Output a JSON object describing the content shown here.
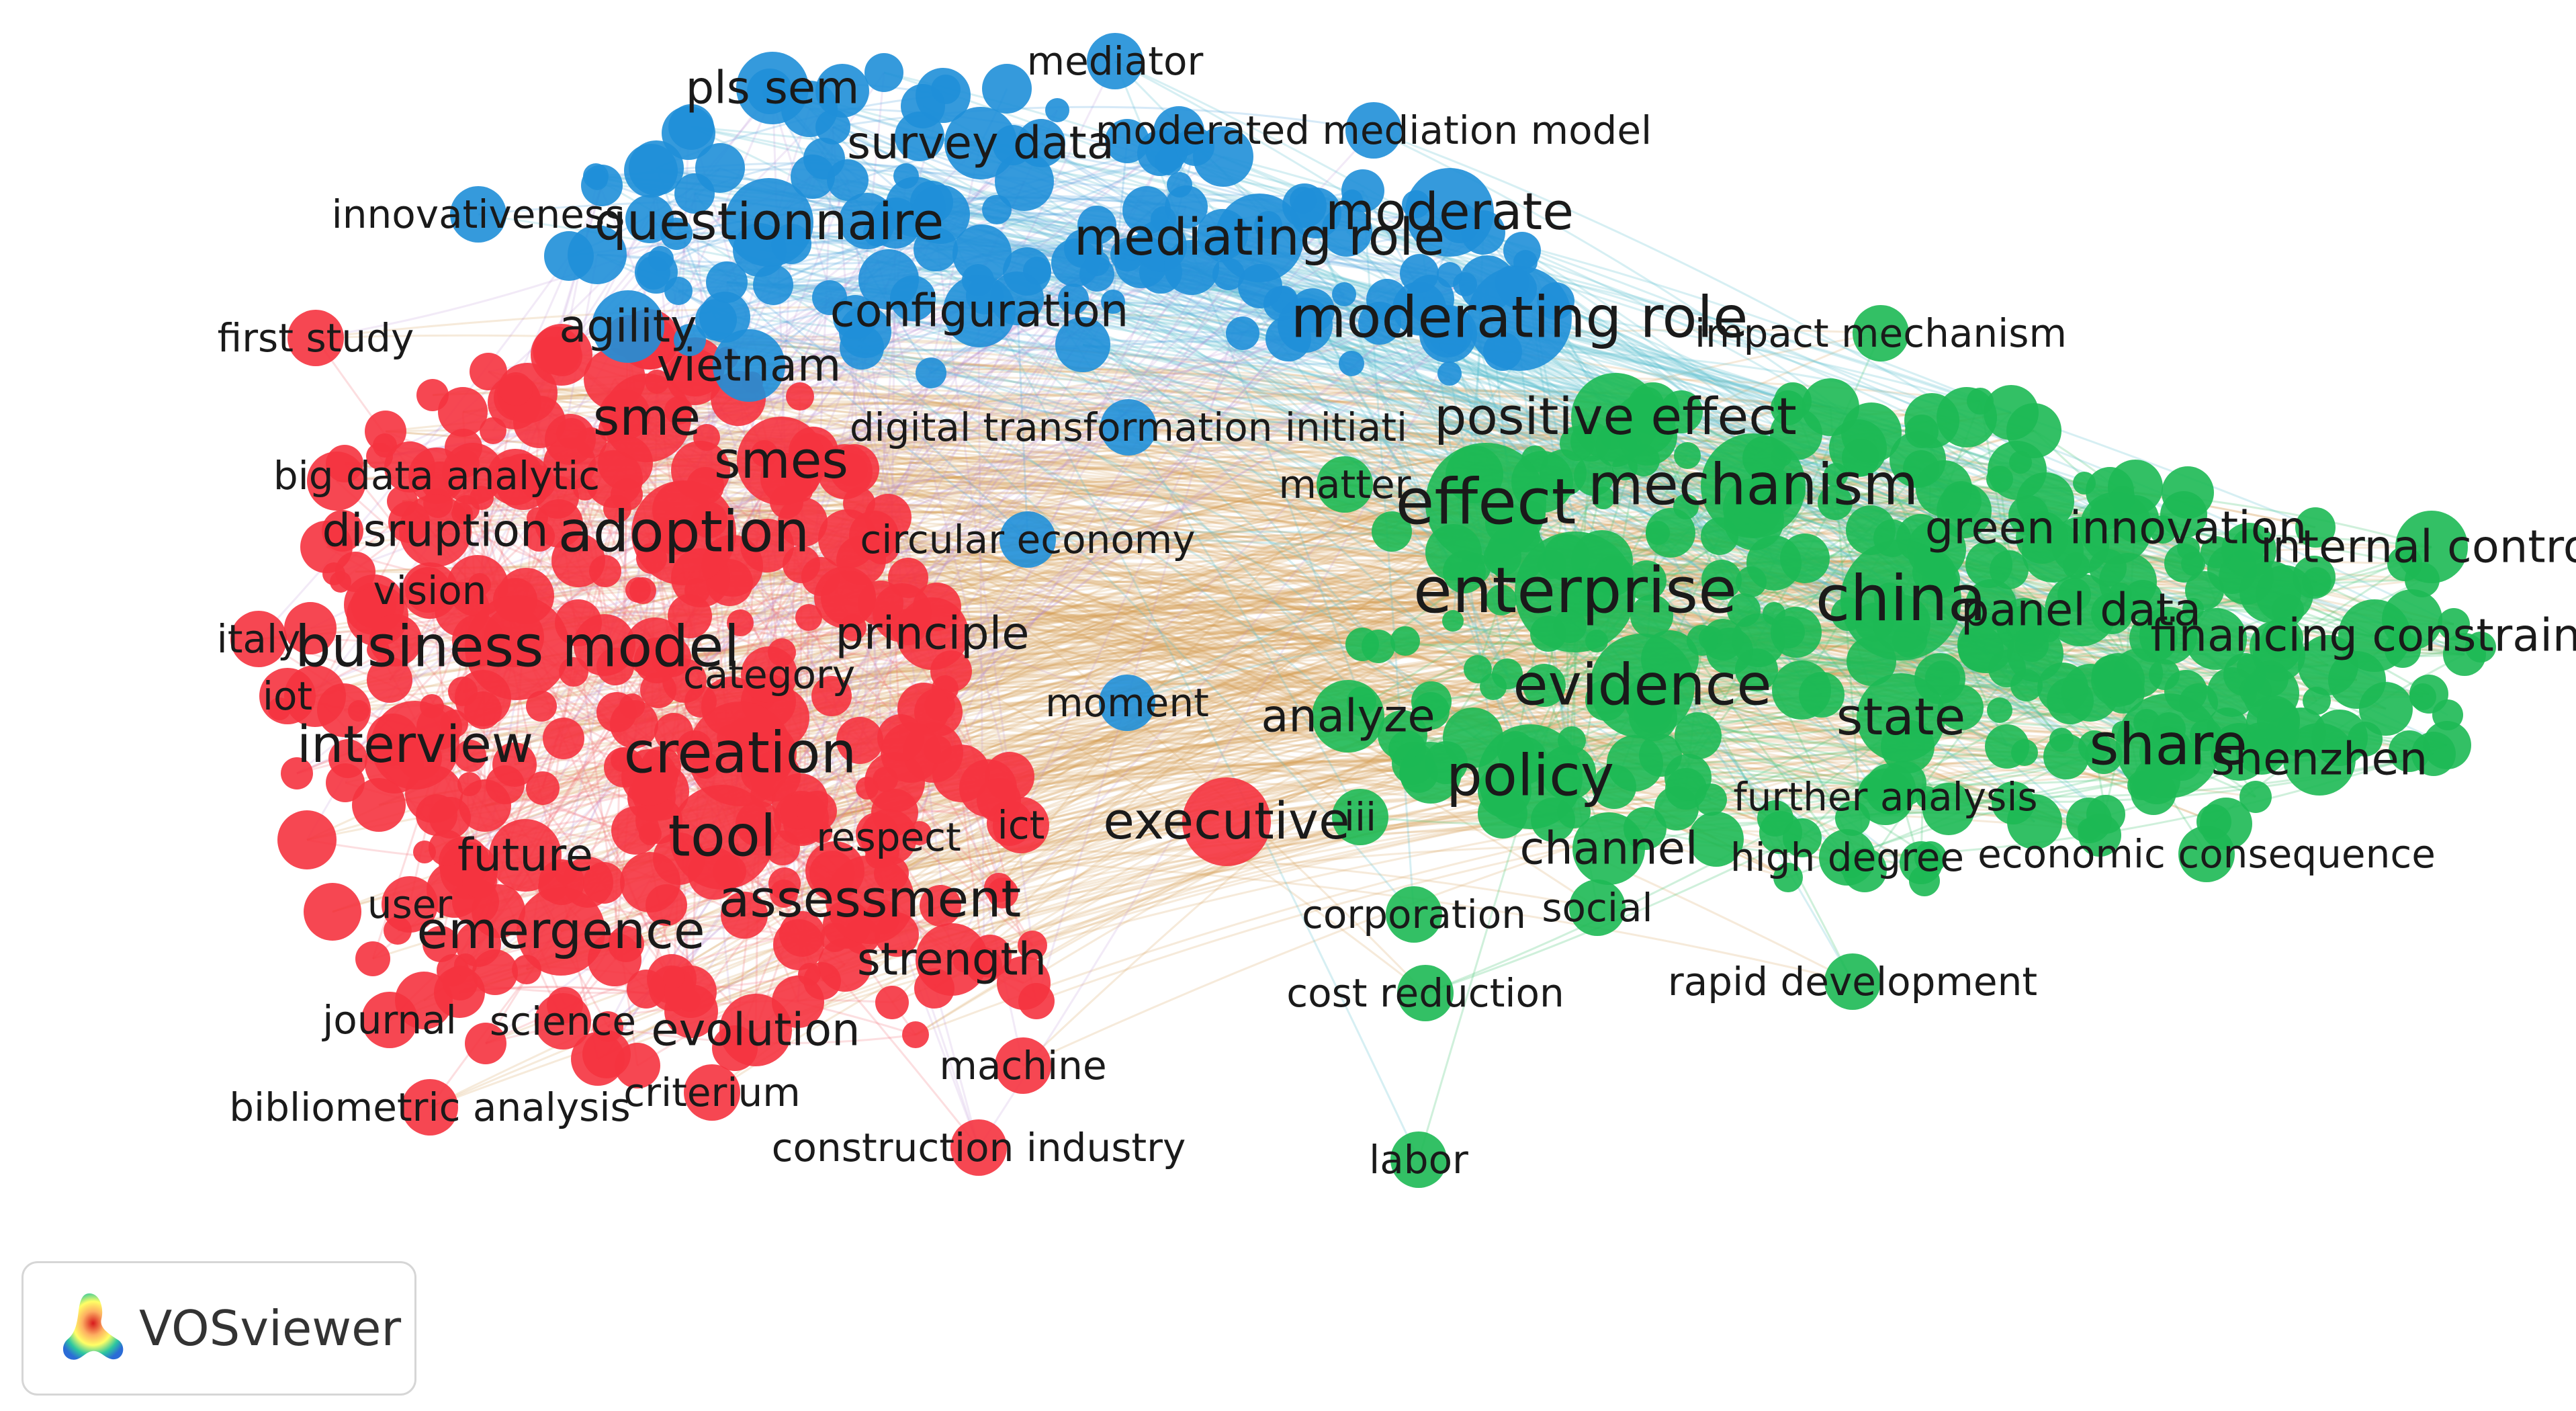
{
  "app": {
    "name": "VOSviewer"
  },
  "clusters": [
    {
      "id": "red",
      "color": "#f5333f"
    },
    {
      "id": "green",
      "color": "#1db954"
    },
    {
      "id": "blue",
      "color": "#1f8fd8"
    }
  ],
  "nodes": [
    {
      "label": "pls sem",
      "cluster": "blue",
      "weight": 3
    },
    {
      "label": "mediator",
      "cluster": "blue",
      "weight": 2
    },
    {
      "label": "moderated mediation model",
      "cluster": "blue",
      "weight": 2
    },
    {
      "label": "survey data",
      "cluster": "blue",
      "weight": 3
    },
    {
      "label": "innovativeness",
      "cluster": "blue",
      "weight": 2
    },
    {
      "label": "questionnaire",
      "cluster": "blue",
      "weight": 4
    },
    {
      "label": "mediating role",
      "cluster": "blue",
      "weight": 4
    },
    {
      "label": "moderate",
      "cluster": "blue",
      "weight": 4
    },
    {
      "label": "configuration",
      "cluster": "blue",
      "weight": 3
    },
    {
      "label": "moderating role",
      "cluster": "blue",
      "weight": 5
    },
    {
      "label": "agility",
      "cluster": "blue",
      "weight": 3
    },
    {
      "label": "vietnam",
      "cluster": "blue",
      "weight": 3
    },
    {
      "label": "digital transformation initiati",
      "cluster": "blue",
      "weight": 2
    },
    {
      "label": "circular economy",
      "cluster": "blue",
      "weight": 2
    },
    {
      "label": "moment",
      "cluster": "blue",
      "weight": 2
    },
    {
      "label": "first study",
      "cluster": "red",
      "weight": 2
    },
    {
      "label": "sme",
      "cluster": "red",
      "weight": 4
    },
    {
      "label": "smes",
      "cluster": "red",
      "weight": 4
    },
    {
      "label": "big data analytic",
      "cluster": "red",
      "weight": 2
    },
    {
      "label": "disruption",
      "cluster": "red",
      "weight": 3
    },
    {
      "label": "adoption",
      "cluster": "red",
      "weight": 5
    },
    {
      "label": "vision",
      "cluster": "red",
      "weight": 2
    },
    {
      "label": "italy",
      "cluster": "red",
      "weight": 2
    },
    {
      "label": "business model",
      "cluster": "red",
      "weight": 5
    },
    {
      "label": "principle",
      "cluster": "red",
      "weight": 3
    },
    {
      "label": "category",
      "cluster": "red",
      "weight": 2
    },
    {
      "label": "iot",
      "cluster": "red",
      "weight": 2
    },
    {
      "label": "interview",
      "cluster": "red",
      "weight": 4
    },
    {
      "label": "creation",
      "cluster": "red",
      "weight": 5
    },
    {
      "label": "future",
      "cluster": "red",
      "weight": 3
    },
    {
      "label": "tool",
      "cluster": "red",
      "weight": 5
    },
    {
      "label": "respect",
      "cluster": "red",
      "weight": 2
    },
    {
      "label": "ict",
      "cluster": "red",
      "weight": 2
    },
    {
      "label": "executive",
      "cluster": "red",
      "weight": 4
    },
    {
      "label": "user",
      "cluster": "red",
      "weight": 2
    },
    {
      "label": "assessment",
      "cluster": "red",
      "weight": 4
    },
    {
      "label": "emergence",
      "cluster": "red",
      "weight": 4
    },
    {
      "label": "strength",
      "cluster": "red",
      "weight": 3
    },
    {
      "label": "journal",
      "cluster": "red",
      "weight": 2
    },
    {
      "label": "science",
      "cluster": "red",
      "weight": 2
    },
    {
      "label": "evolution",
      "cluster": "red",
      "weight": 3
    },
    {
      "label": "machine",
      "cluster": "red",
      "weight": 2
    },
    {
      "label": "bibliometric analysis",
      "cluster": "red",
      "weight": 2
    },
    {
      "label": "criterium",
      "cluster": "red",
      "weight": 2
    },
    {
      "label": "construction industry",
      "cluster": "red",
      "weight": 2
    },
    {
      "label": "impact mechanism",
      "cluster": "green",
      "weight": 2
    },
    {
      "label": "positive effect",
      "cluster": "green",
      "weight": 4
    },
    {
      "label": "mechanism",
      "cluster": "green",
      "weight": 5
    },
    {
      "label": "effect",
      "cluster": "green",
      "weight": 6
    },
    {
      "label": "matter",
      "cluster": "green",
      "weight": 2
    },
    {
      "label": "green innovation",
      "cluster": "green",
      "weight": 3
    },
    {
      "label": "internal control",
      "cluster": "green",
      "weight": 3
    },
    {
      "label": "enterprise",
      "cluster": "green",
      "weight": 6
    },
    {
      "label": "china",
      "cluster": "green",
      "weight": 6
    },
    {
      "label": "panel data",
      "cluster": "green",
      "weight": 3
    },
    {
      "label": "financing constraint",
      "cluster": "green",
      "weight": 3
    },
    {
      "label": "evidence",
      "cluster": "green",
      "weight": 5
    },
    {
      "label": "state",
      "cluster": "green",
      "weight": 4
    },
    {
      "label": "analyze",
      "cluster": "green",
      "weight": 3
    },
    {
      "label": "share",
      "cluster": "green",
      "weight": 5
    },
    {
      "label": "shenzhen",
      "cluster": "green",
      "weight": 3
    },
    {
      "label": "policy",
      "cluster": "green",
      "weight": 5
    },
    {
      "label": "iii",
      "cluster": "green",
      "weight": 2
    },
    {
      "label": "further analysis",
      "cluster": "green",
      "weight": 2
    },
    {
      "label": "channel",
      "cluster": "green",
      "weight": 3
    },
    {
      "label": "high degree",
      "cluster": "green",
      "weight": 2
    },
    {
      "label": "economic consequence",
      "cluster": "green",
      "weight": 2
    },
    {
      "label": "corporation",
      "cluster": "green",
      "weight": 2
    },
    {
      "label": "social",
      "cluster": "green",
      "weight": 2
    },
    {
      "label": "cost reduction",
      "cluster": "green",
      "weight": 2
    },
    {
      "label": "rapid development",
      "cluster": "green",
      "weight": 2
    },
    {
      "label": "labor",
      "cluster": "green",
      "weight": 2
    }
  ]
}
